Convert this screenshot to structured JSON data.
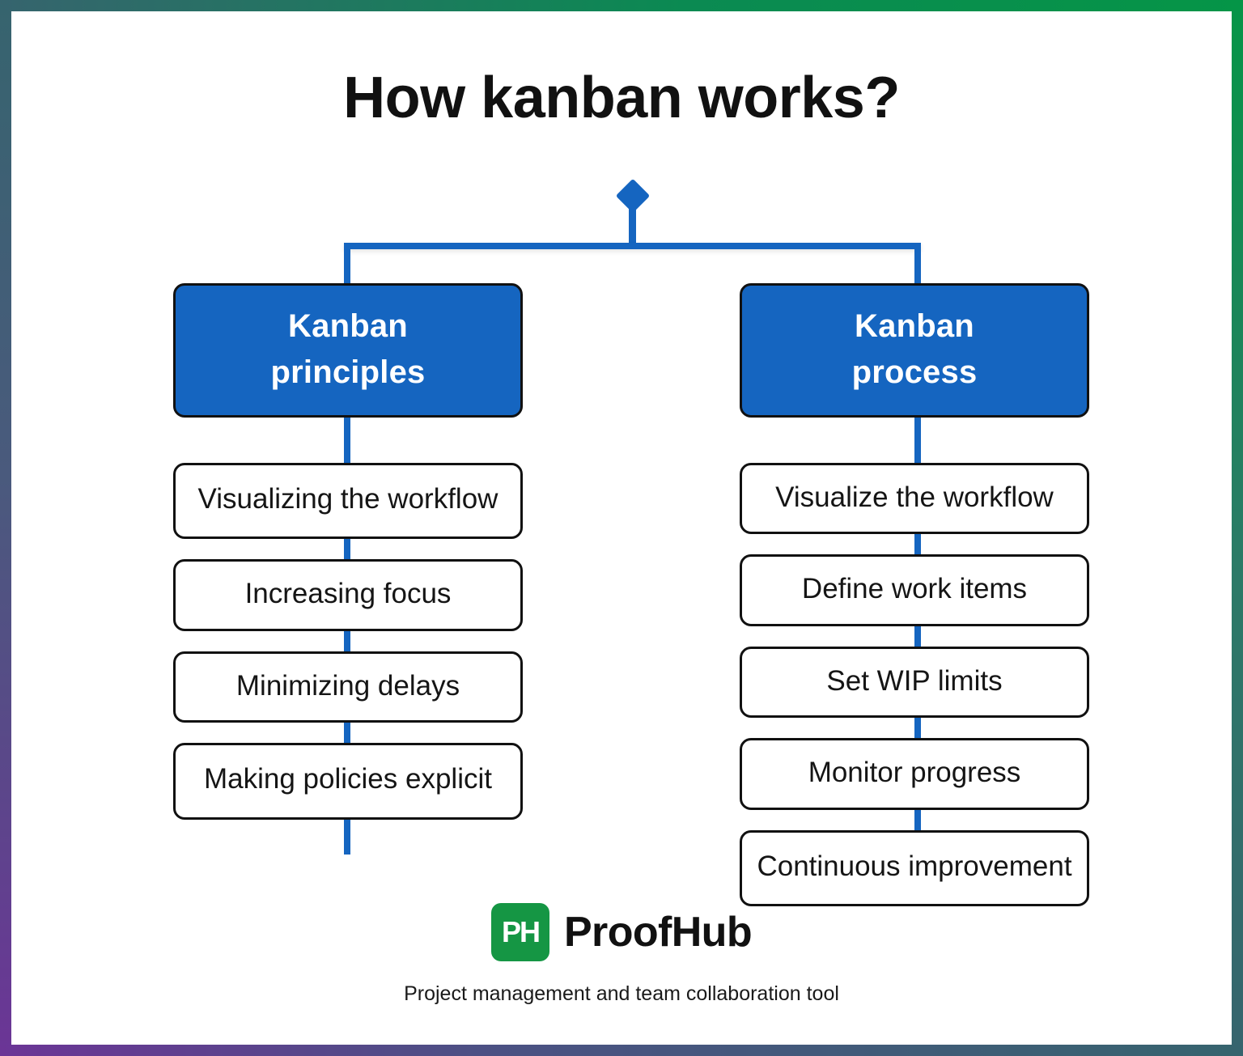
{
  "page": {
    "title": "How kanban works?",
    "accent_blue": "#1565c0",
    "box_border": "#111111",
    "frame_colors": [
      "#36646e",
      "#059547",
      "#36646e",
      "#6b3596"
    ]
  },
  "root_node": {
    "icon": "diamond-node"
  },
  "columns": [
    {
      "id": "kanban-principles",
      "header": "Kanban principles",
      "header_lines": [
        "Kanban",
        "principles"
      ],
      "items": [
        {
          "label": "Visualizing the workflow",
          "lines": 2
        },
        {
          "label": "Increasing focus",
          "lines": 1
        },
        {
          "label": "Minimizing delays",
          "lines": 1
        },
        {
          "label": "Making policies explicit",
          "lines": 2
        }
      ]
    },
    {
      "id": "kanban-process",
      "header": "Kanban process",
      "header_lines": [
        "Kanban",
        "process"
      ],
      "items": [
        {
          "label": "Visualize the workflow",
          "lines": 1
        },
        {
          "label": "Define work items",
          "lines": 1
        },
        {
          "label": "Set WIP limits",
          "lines": 1
        },
        {
          "label": "Monitor progress",
          "lines": 1
        },
        {
          "label": "Continuous improvement",
          "lines": 2
        }
      ]
    }
  ],
  "footer": {
    "logo_monogram": "PH",
    "brand": "ProofHub",
    "tagline": "Project management and team collaboration tool",
    "logo_color": "#159644"
  }
}
